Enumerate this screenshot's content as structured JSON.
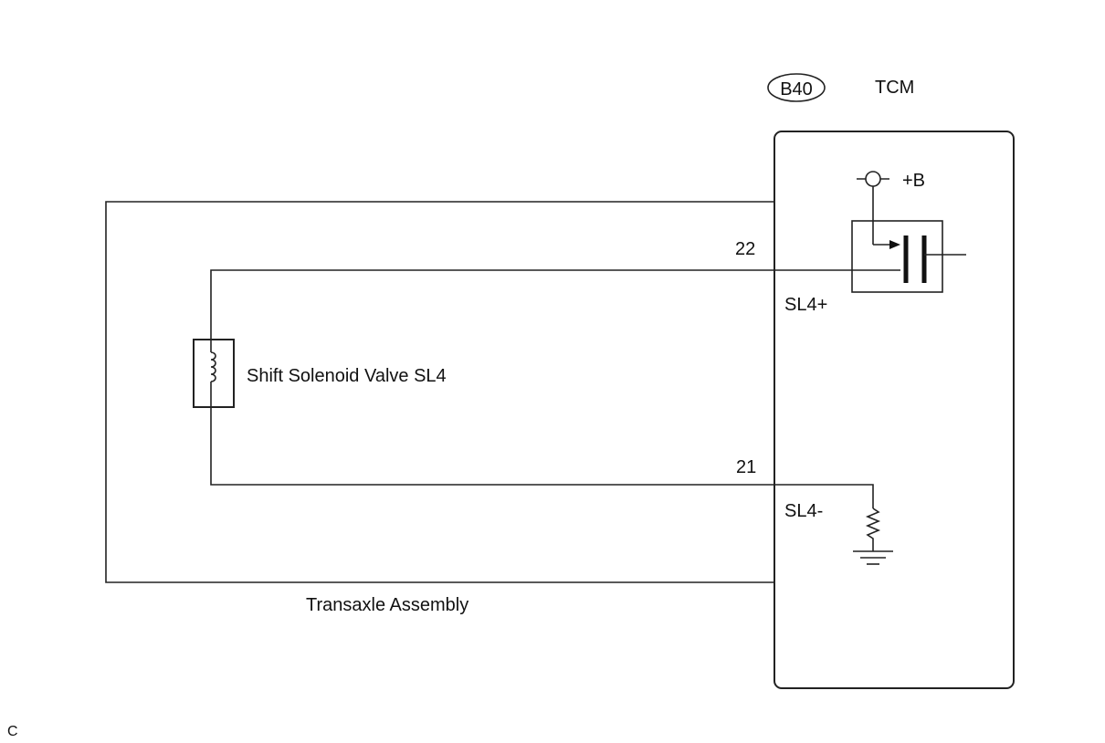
{
  "connector": {
    "code": "B40",
    "module": "TCM"
  },
  "power": {
    "label": "+B"
  },
  "pins": [
    {
      "number": "22",
      "signal": "SL4+"
    },
    {
      "number": "21",
      "signal": "SL4-"
    }
  ],
  "component": {
    "label": "Shift Solenoid Valve SL4",
    "icon": "solenoid-coil-icon"
  },
  "assembly": {
    "label": "Transaxle Assembly"
  },
  "footer": {
    "mark": "C"
  }
}
